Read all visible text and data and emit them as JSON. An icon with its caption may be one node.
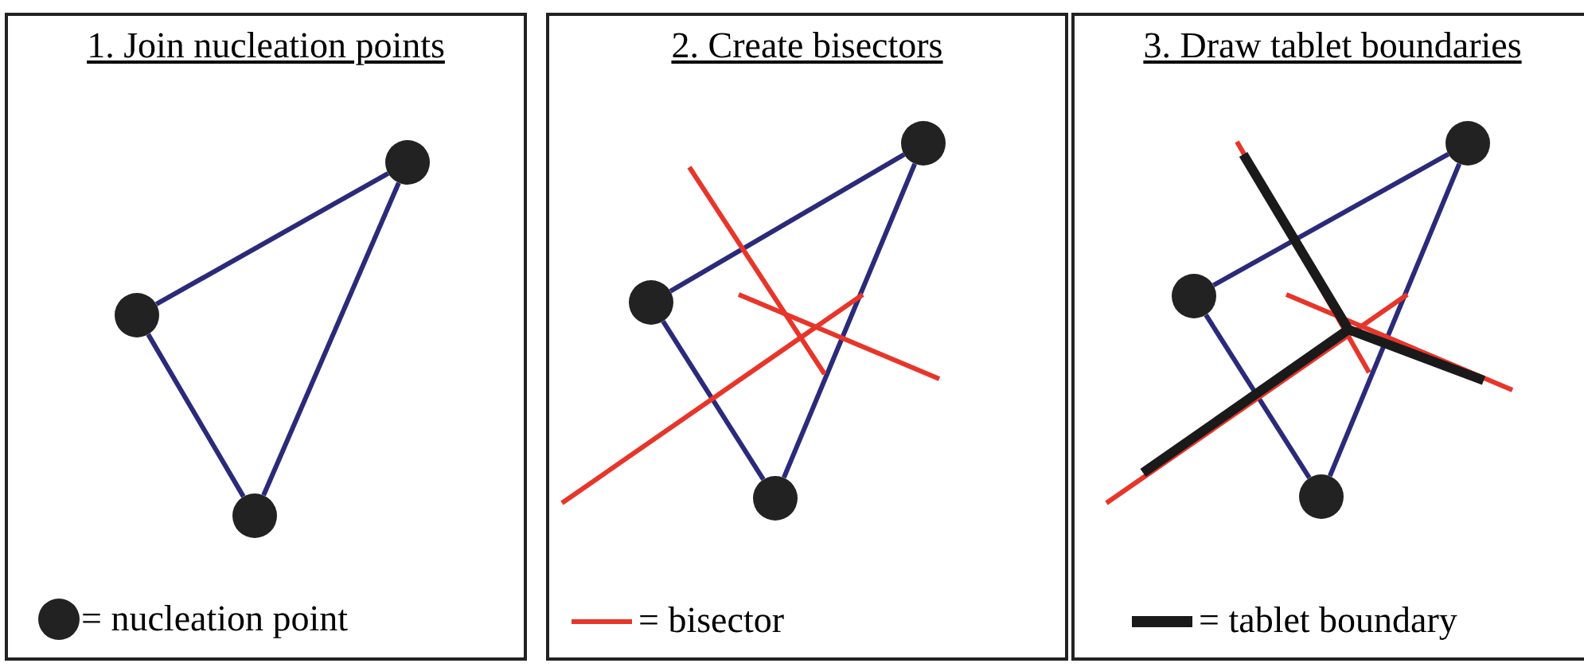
{
  "diagram": {
    "nodes": [
      {
        "text": [
          "1. Join nucleation points"
        ]
      },
      {
        "text": [],
        "shape": "circle",
        "in": 0
      },
      {
        "text": [],
        "shape": "circle",
        "in": 0
      },
      {
        "text": [],
        "shape": "circle",
        "in": 0
      },
      {
        "text": [
          "2. Create bisectors"
        ]
      },
      {
        "text": [],
        "shape": "circle",
        "in": 4
      },
      {
        "text": [],
        "shape": "circle",
        "in": 4
      },
      {
        "text": [],
        "shape": "circle",
        "in": 4
      },
      {
        "text": [
          "3. Draw tablet boundaries"
        ]
      },
      {
        "text": [],
        "shape": "circle",
        "in": 8
      },
      {
        "text": [],
        "shape": "circle",
        "in": 8
      },
      {
        "text": [],
        "shape": "circle",
        "in": 8
      }
    ],
    "edges": [
      {
        "from": 1,
        "to": 3,
        "arrow": "none"
      },
      {
        "from": 1,
        "to": 2,
        "arrow": "none"
      },
      {
        "from": 2,
        "to": 3,
        "arrow": "none"
      },
      {
        "from": 5,
        "to": 7,
        "arrow": "none"
      },
      {
        "from": 5,
        "to": 6,
        "arrow": "none"
      },
      {
        "from": 6,
        "to": 7,
        "arrow": "none"
      },
      {
        "from": 9,
        "to": 11,
        "arrow": "none"
      },
      {
        "from": 9,
        "to": 10,
        "arrow": "none"
      },
      {
        "from": 10,
        "to": 11,
        "arrow": "none"
      }
    ],
    "legend": [
      {
        "text": "= nucleation point"
      },
      {
        "text": "= bisector"
      },
      {
        "text": "= tablet boundary"
      }
    ]
  }
}
